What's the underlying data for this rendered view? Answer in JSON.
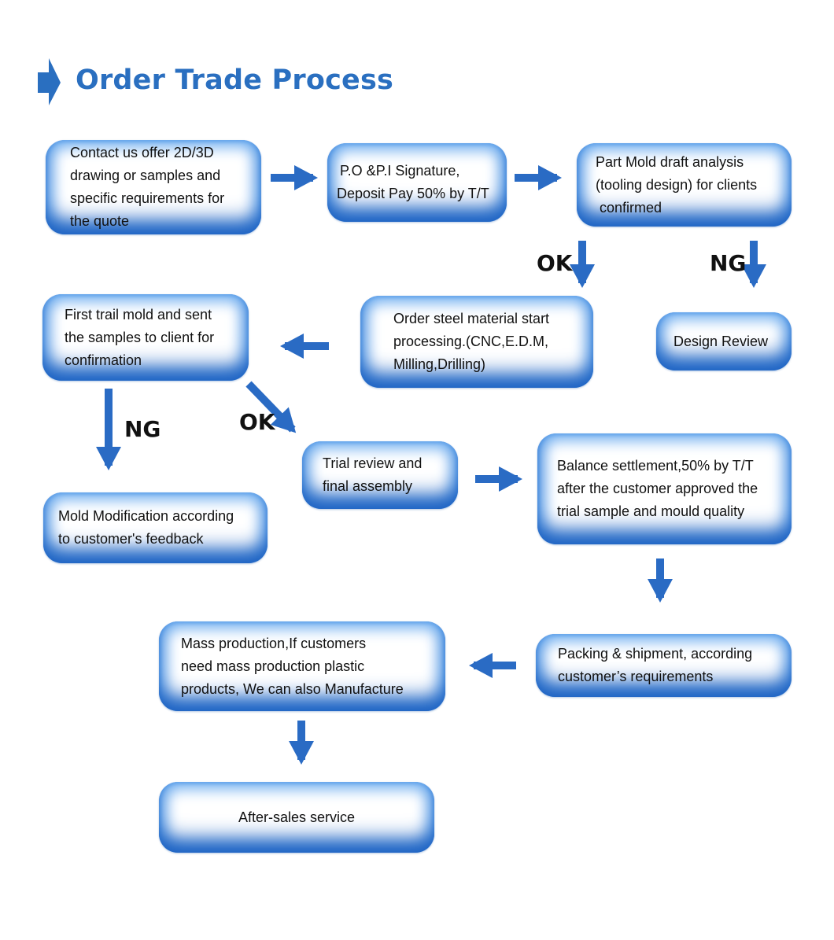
{
  "title": "Order Trade Process",
  "colors": {
    "accent": "#2a6fc0",
    "arrow": "#2a6bc4",
    "box_edge": "#1f63c2"
  },
  "nodes": {
    "contact": "Contact us offer 2D/3D drawing or samples and specific requirements for the quote",
    "contact_lines": [
      "Contact us offer 2D/3D",
      "drawing or samples and",
      "specific requirements for",
      "the quote"
    ],
    "po_lines": [
      "P.O &P.I Signature,",
      "Deposit Pay 50% by T/T"
    ],
    "draft_lines": [
      "Part Mold draft analysis",
      "(tooling design) for clients",
      " confirmed"
    ],
    "steel_lines": [
      "Order steel material start",
      "processing.(CNC,E.D.M,",
      "Milling,Drilling)"
    ],
    "design_review": "Design Review",
    "first_trail_lines": [
      "First trail mold and sent",
      "the samples to client for",
      "confirmation"
    ],
    "trial_review_lines": [
      "Trial review and",
      "final assembly"
    ],
    "balance_lines": [
      "Balance settlement,50% by T/T",
      "after the customer approved the",
      "trial sample and mould quality"
    ],
    "modification_lines": [
      "Mold Modification according",
      "to customer's feedback"
    ],
    "packing_lines": [
      "Packing & shipment, according",
      "customer’s requirements"
    ],
    "mass_lines": [
      "Mass production,If customers",
      "need mass production plastic",
      "products, We can also Manufacture"
    ],
    "after_sales": "After-sales service"
  },
  "labels": {
    "ok_1": "OK",
    "ng_1": "NG",
    "ng_2": "NG",
    "ok_2": "OK"
  }
}
